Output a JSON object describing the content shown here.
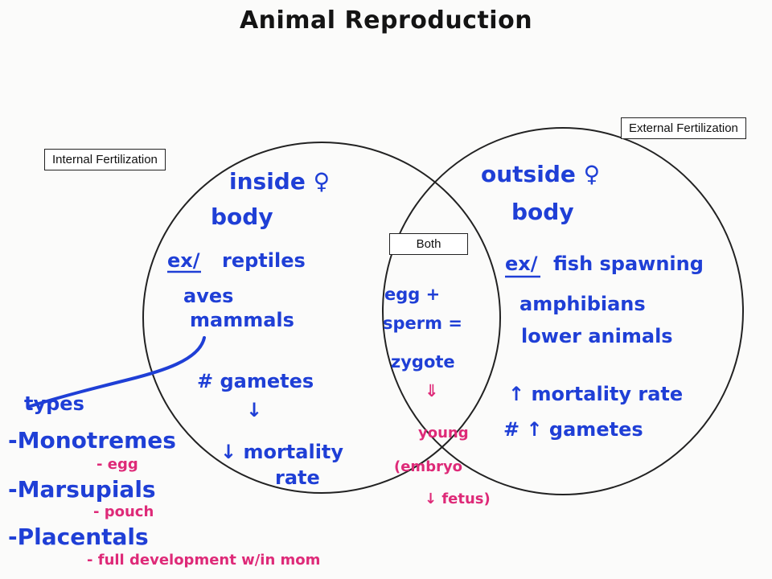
{
  "title": "Animal Reproduction",
  "labels": {
    "internal": "Internal Fertilization",
    "external": "External Fertilization",
    "both": "Both"
  },
  "internal": {
    "line1": "inside ♀",
    "line2": "body",
    "ex": "ex/",
    "ex1": "reptiles",
    "ex2": "aves",
    "ex3": "mammals",
    "gametes": "# gametes",
    "arrow": "↓",
    "mortality1": "↓ mortality",
    "mortality2": "rate"
  },
  "external": {
    "line1": "outside ♀",
    "line2": "body",
    "ex": "ex/",
    "ex1": "fish spawning",
    "ex2": "amphibians",
    "ex3": "lower animals",
    "mortality": "↑ mortality rate",
    "gametes": "# ↑ gametes"
  },
  "both": {
    "line1": "egg +",
    "line2": "sperm =",
    "line3": "zygote",
    "arrow": "⇓",
    "young": "young",
    "embryo": "(embryo",
    "fetus": "↓ fetus)"
  },
  "types": {
    "heading": "types",
    "t1": "-Monotremes",
    "t1_note": "- egg",
    "t2": "-Marsupials",
    "t2_note": "- pouch",
    "t3": "-Placentals",
    "t3_note": "- full development w/in mom"
  },
  "colors": {
    "blue_ink": "#1f3fd6",
    "pink_ink": "#de2a78",
    "black_ink": "#141414"
  }
}
